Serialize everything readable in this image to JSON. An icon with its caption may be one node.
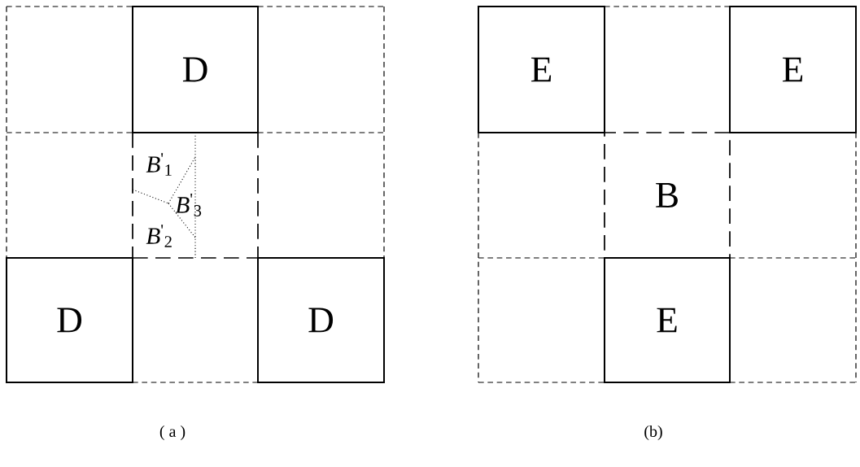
{
  "diagram": {
    "nodes": [
      {
        "text": [
          "D"
        ]
      },
      {
        "text": [
          "D"
        ]
      },
      {
        "text": [
          "D"
        ]
      },
      {
        "text": [
          "E"
        ]
      },
      {
        "text": [
          "E"
        ]
      },
      {
        "text": [
          "B"
        ]
      },
      {
        "text": [
          "E"
        ]
      }
    ],
    "labels": [
      "*B*$^{'}$$_{1}$",
      "*B*$^{'}$$_{3}$",
      "*B*$^{'}$$_{2}$",
      "( a )",
      "(b)"
    ]
  }
}
